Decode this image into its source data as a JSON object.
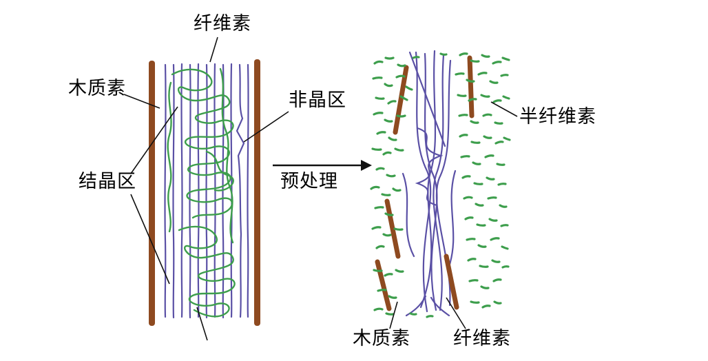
{
  "diagram": {
    "left_structure": {
      "cellulose_label": "纤维素",
      "lignin_label": "木质素",
      "amorphous_label": "非晶区",
      "crystalline_label": "结晶区"
    },
    "arrow": {
      "label": "预处理"
    },
    "right_structure": {
      "hemicellulose_label": "半纤维素",
      "lignin_label": "木质素",
      "cellulose_label": "纤维素"
    },
    "colors": {
      "lignin": "#8e4a20",
      "cellulose": "#5a50a5",
      "hemicellulose": "#3d9e4c",
      "pointer": "#111111",
      "background": "#ffffff"
    }
  }
}
